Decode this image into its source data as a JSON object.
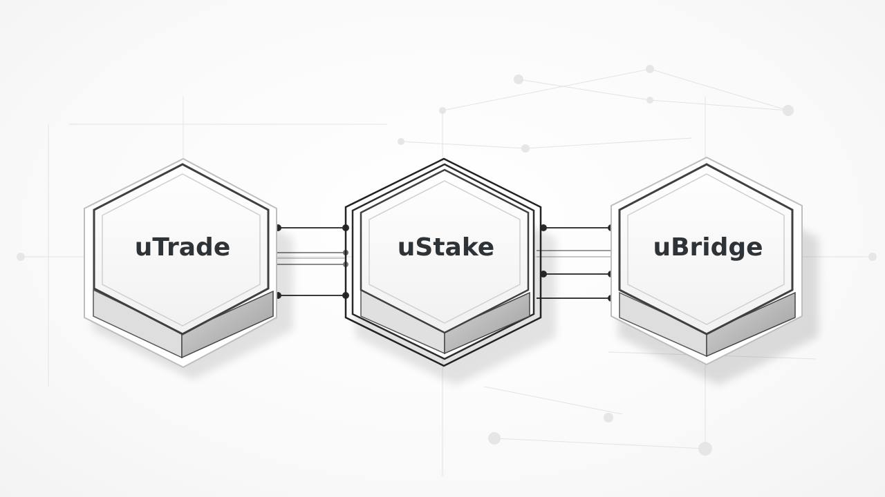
{
  "diagram": {
    "nodes": [
      {
        "id": "utrade",
        "label": "uTrade"
      },
      {
        "id": "ustake",
        "label": "uStake"
      },
      {
        "id": "ubridge",
        "label": "uBridge"
      }
    ],
    "connections": [
      {
        "from": "utrade",
        "to": "ustake",
        "lines": 4
      },
      {
        "from": "ustake",
        "to": "ubridge",
        "lines": 4
      }
    ],
    "colors": {
      "stroke": "#3a3a3a",
      "text": "#2e3338",
      "background": "#fbfbfb"
    }
  }
}
